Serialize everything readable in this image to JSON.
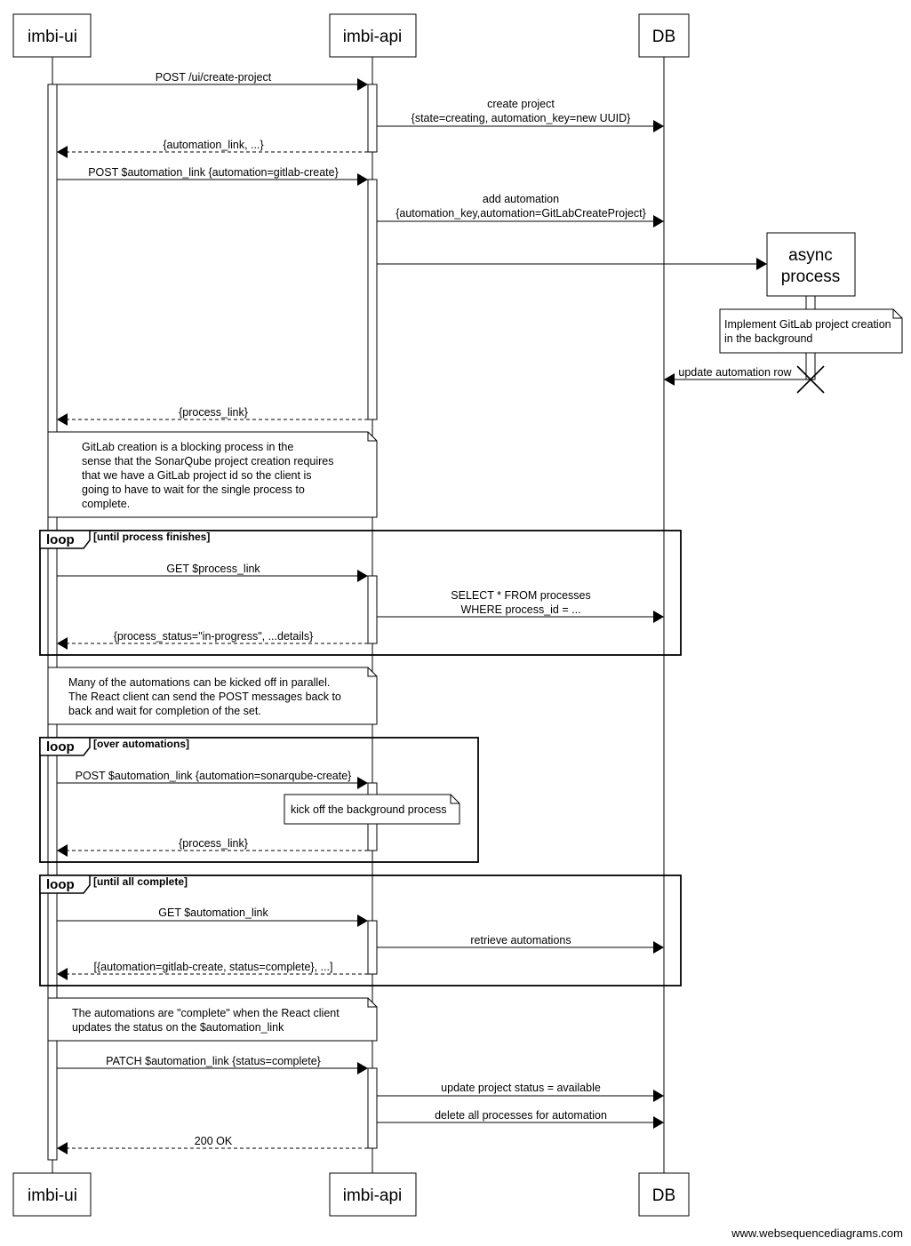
{
  "participants": [
    {
      "id": "ui",
      "label": "imbi-ui"
    },
    {
      "id": "api",
      "label": "imbi-api"
    },
    {
      "id": "db",
      "label": "DB"
    }
  ],
  "async_participant": {
    "label_lines": [
      "async",
      "process"
    ]
  },
  "messages": [
    {
      "id": "m1",
      "from": "ui",
      "to": "api",
      "dashed": false,
      "lines": [
        "POST /ui/create-project"
      ]
    },
    {
      "id": "m2",
      "from": "api",
      "to": "db",
      "dashed": false,
      "lines": [
        "create project",
        "{state=creating, automation_key=new UUID}"
      ]
    },
    {
      "id": "m3",
      "from": "api",
      "to": "ui",
      "dashed": true,
      "lines": [
        "{automation_link, ...}"
      ]
    },
    {
      "id": "m4",
      "from": "ui",
      "to": "api",
      "dashed": false,
      "lines": [
        "POST $automation_link {automation=gitlab-create}"
      ]
    },
    {
      "id": "m5",
      "from": "api",
      "to": "db",
      "dashed": false,
      "lines": [
        "add automation",
        "{automation_key,automation=GitLabCreateProject}"
      ]
    },
    {
      "id": "m6",
      "from": "api",
      "to": "async",
      "dashed": false,
      "lines": []
    },
    {
      "id": "m7",
      "from": "async",
      "to": "db",
      "dashed": false,
      "lines": [
        "update automation row"
      ]
    },
    {
      "id": "m8",
      "from": "api",
      "to": "ui",
      "dashed": true,
      "lines": [
        "{process_link}"
      ]
    },
    {
      "id": "m9",
      "from": "ui",
      "to": "api",
      "dashed": false,
      "lines": [
        "GET $process_link"
      ]
    },
    {
      "id": "m10",
      "from": "api",
      "to": "db",
      "dashed": false,
      "lines": [
        "SELECT * FROM processes",
        "WHERE process_id = ..."
      ]
    },
    {
      "id": "m11",
      "from": "api",
      "to": "ui",
      "dashed": true,
      "lines": [
        "{process_status=\"in-progress\", ...details}"
      ]
    },
    {
      "id": "m12",
      "from": "ui",
      "to": "api",
      "dashed": false,
      "lines": [
        "POST $automation_link {automation=sonarqube-create}"
      ]
    },
    {
      "id": "m13",
      "from": "api",
      "to": "ui",
      "dashed": true,
      "lines": [
        "{process_link}"
      ]
    },
    {
      "id": "m14",
      "from": "ui",
      "to": "api",
      "dashed": false,
      "lines": [
        "GET $automation_link"
      ]
    },
    {
      "id": "m15",
      "from": "api",
      "to": "db",
      "dashed": false,
      "lines": [
        "retrieve automations"
      ]
    },
    {
      "id": "m16",
      "from": "api",
      "to": "ui",
      "dashed": true,
      "lines": [
        "[{automation=gitlab-create, status=complete}, ...]"
      ]
    },
    {
      "id": "m17",
      "from": "ui",
      "to": "api",
      "dashed": false,
      "lines": [
        "PATCH $automation_link {status=complete}"
      ]
    },
    {
      "id": "m18",
      "from": "api",
      "to": "db",
      "dashed": false,
      "lines": [
        "update project status = available"
      ]
    },
    {
      "id": "m19",
      "from": "api",
      "to": "db",
      "dashed": false,
      "lines": [
        "delete all processes for automation"
      ]
    },
    {
      "id": "m20",
      "from": "api",
      "to": "ui",
      "dashed": true,
      "lines": [
        "200 OK"
      ]
    }
  ],
  "notes": [
    {
      "id": "n1",
      "lines": [
        "Implement GitLab project creation",
        "in the background"
      ]
    },
    {
      "id": "n2",
      "lines": [
        "GitLab creation is a blocking process in the",
        "sense that the SonarQube project creation requires",
        "that we have a GitLab project id so the client is",
        "going to have to wait for the single process to",
        "complete."
      ]
    },
    {
      "id": "n3",
      "lines": [
        "Many of the automations can be kicked off in parallel.",
        "The React client can send the POST messages back to",
        "back and wait for completion of the set."
      ]
    },
    {
      "id": "n4",
      "lines": [
        "kick off the background process"
      ]
    },
    {
      "id": "n5",
      "lines": [
        "The automations are \"complete\" when the React client",
        "updates the status on the $automation_link"
      ]
    }
  ],
  "frames": [
    {
      "id": "f1",
      "tag": "loop",
      "guard": "[until process finishes]"
    },
    {
      "id": "f2",
      "tag": "loop",
      "guard": "[over automations]"
    },
    {
      "id": "f3",
      "tag": "loop",
      "guard": "[until all complete]"
    }
  ],
  "footer": "www.websequencediagrams.com"
}
